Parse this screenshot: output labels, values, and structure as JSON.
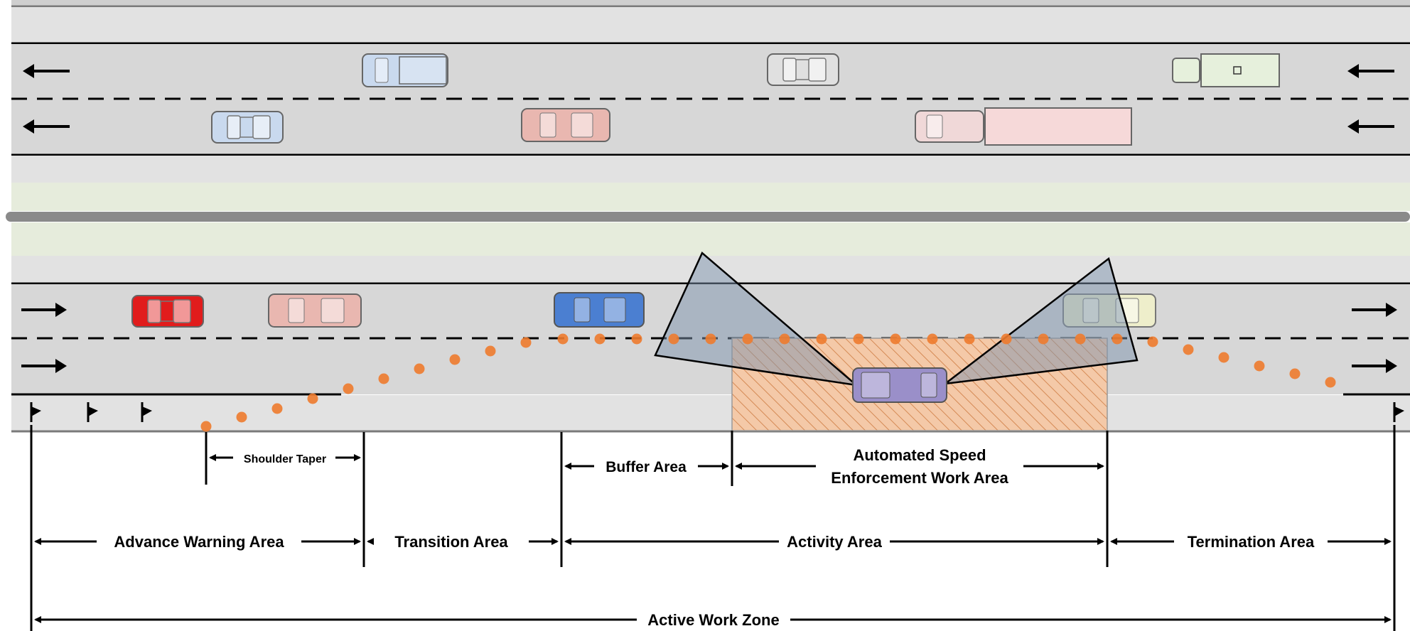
{
  "labels": {
    "shoulder_taper": "Shoulder Taper",
    "buffer_area": "Buffer Area",
    "ase_work_area_line1": "Automated Speed",
    "ase_work_area_line2": "Enforcement Work Area",
    "advance_warning_area": "Advance Warning Area",
    "transition_area": "Transition Area",
    "activity_area": "Activity Area",
    "termination_area": "Termination Area",
    "active_work_zone": "Active Work Zone"
  },
  "colors": {
    "pavement": "#d7d7d7",
    "shoulder": "#e2e2e2",
    "median_grass": "#e6ecdc",
    "channelizer": "#ee7b2e",
    "work_area_fill": "#f4c9a8",
    "work_area_hatch": "#d58a55",
    "camera_cone": "#7d94ae",
    "enforcement_van": "#9a8fc9",
    "car_red": "#e11c1c",
    "car_pink": "#e9b7b0",
    "car_blue": "#4b7fd1",
    "car_cream": "#eeeecb",
    "car_light_blue": "#c9d9ee",
    "truck_trailer": "#f6d9d9",
    "box_truck": "#e6f0dc"
  },
  "icons": [
    "left-arrow-icon",
    "right-arrow-icon",
    "warning-sign-icon",
    "car-icon",
    "pickup-truck-icon",
    "box-truck-icon",
    "semi-truck-icon",
    "enforcement-van-icon",
    "camera-cone-icon",
    "channelizer-dot-icon"
  ]
}
